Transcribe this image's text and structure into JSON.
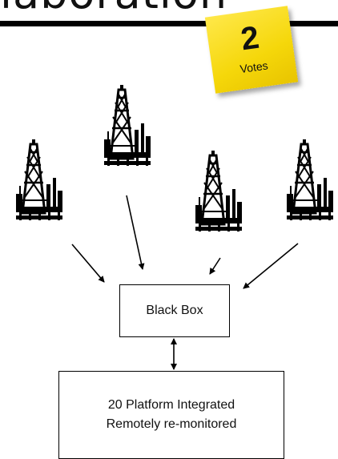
{
  "title": "laboration",
  "sticky_note": {
    "count": "2",
    "label": "Votes",
    "color": "#f5d70a"
  },
  "nodes": {
    "black_box": "Black Box",
    "platform_line1": "20 Platform Integrated",
    "platform_line2": "Remotely re-monitored"
  },
  "icons": [
    "oil-rig-icon",
    "oil-rig-icon",
    "oil-rig-icon",
    "oil-rig-icon"
  ]
}
